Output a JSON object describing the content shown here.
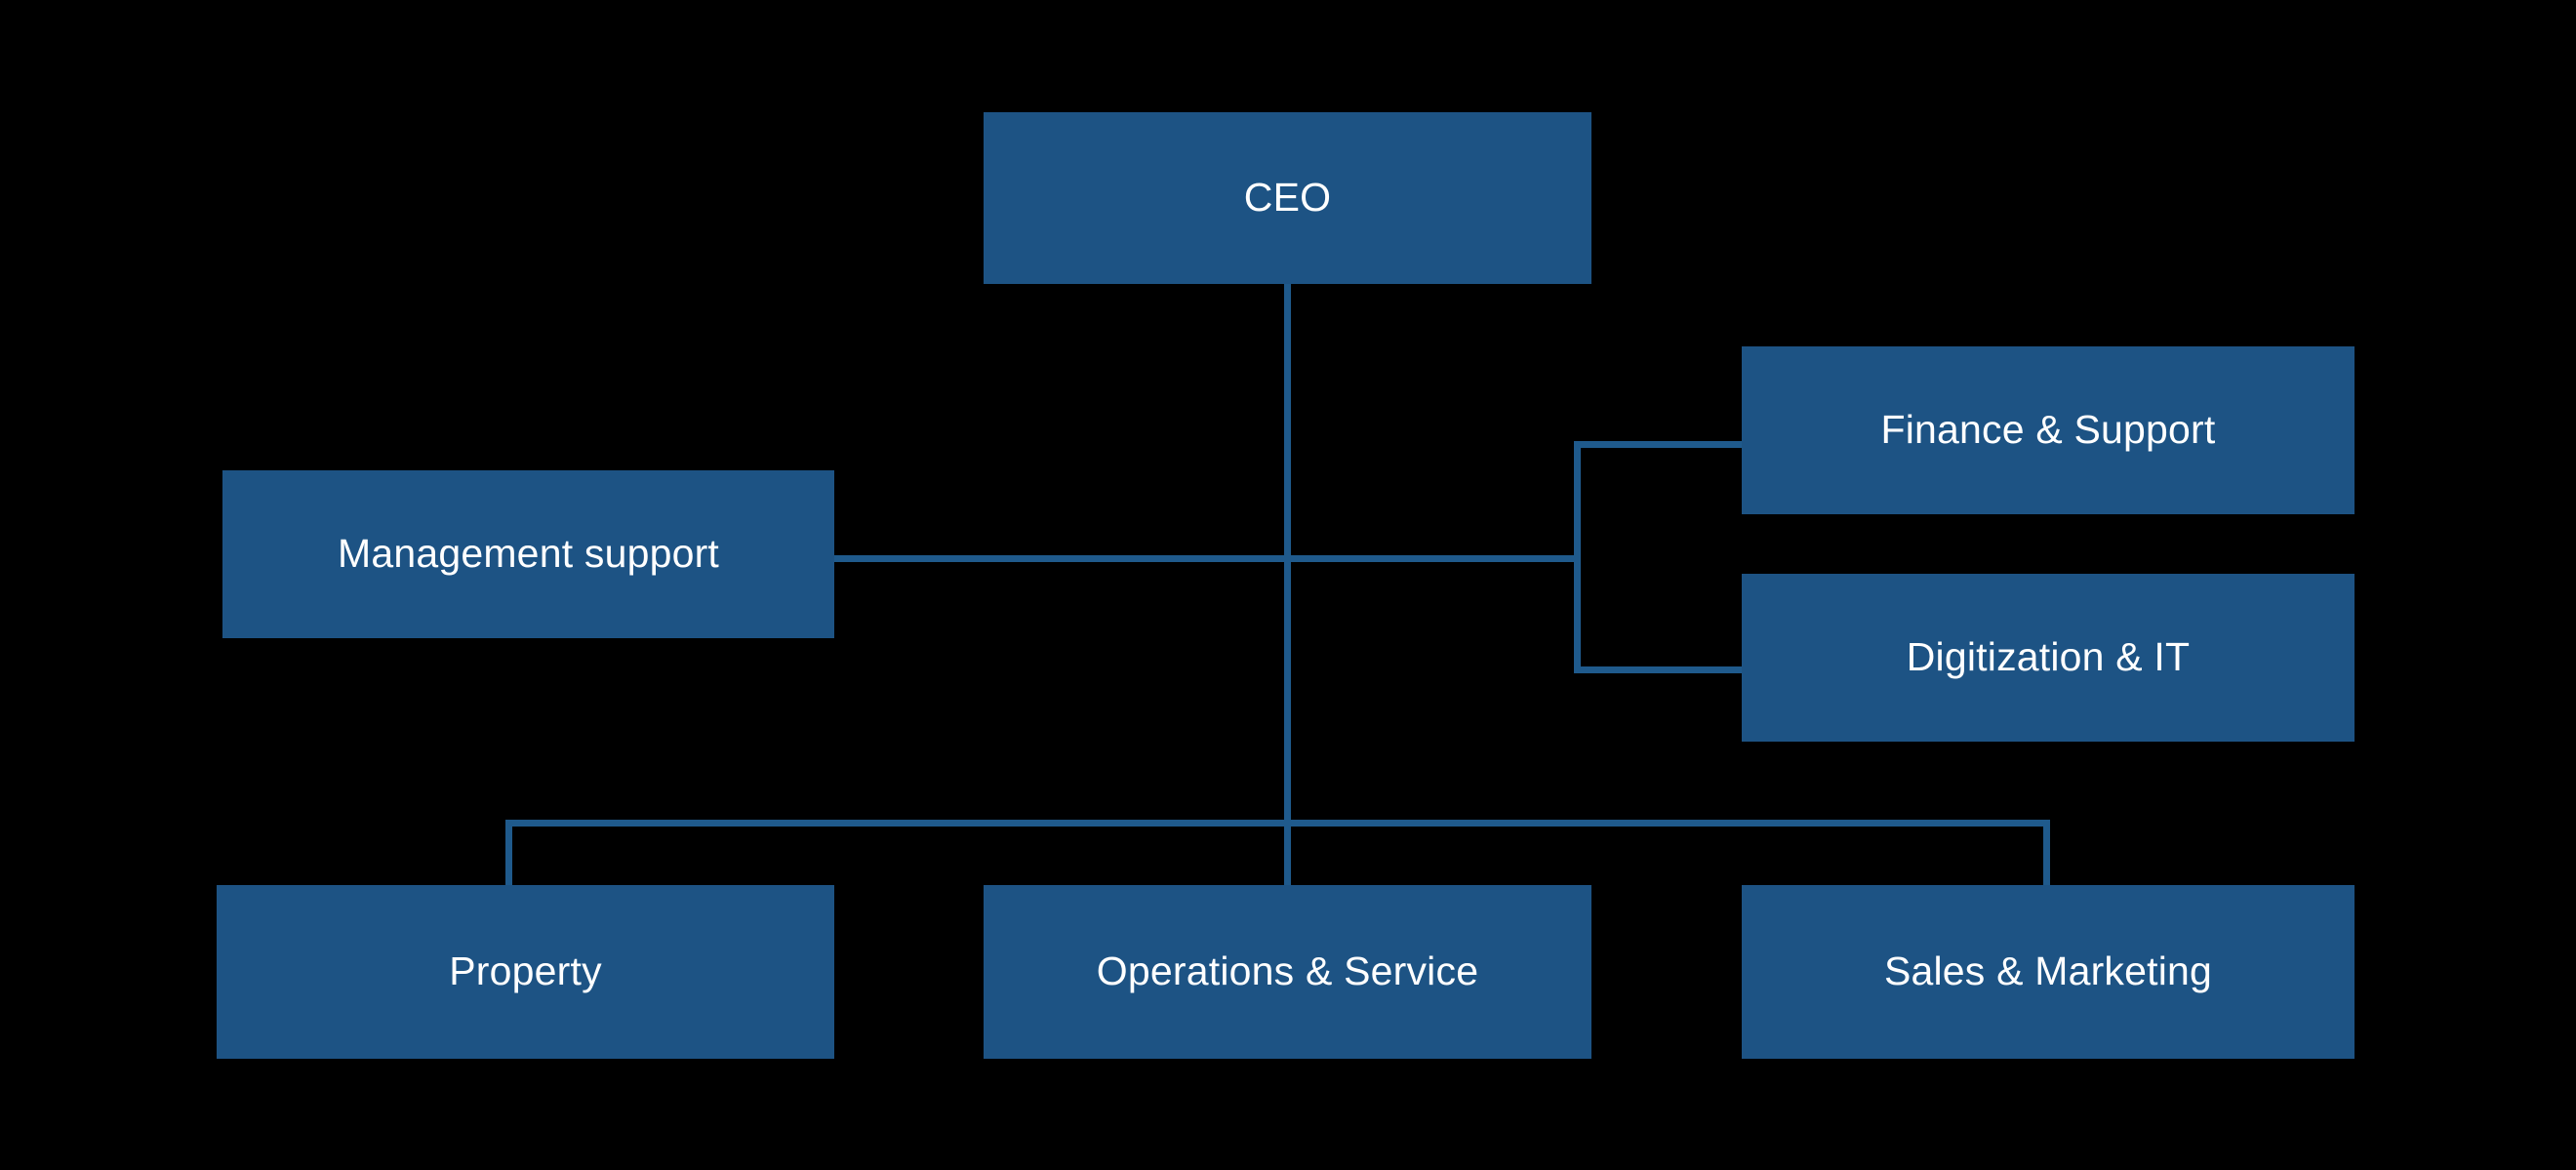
{
  "chart_data": {
    "type": "diagram",
    "diagram_type": "organizational-chart",
    "title": "",
    "background_color": "#000000",
    "node_fill_color": "#1d5384",
    "node_text_color": "#ffffff",
    "connector_color": "#1f5a8c",
    "nodes": [
      {
        "id": "ceo",
        "label": "CEO",
        "level": 0,
        "column": "center"
      },
      {
        "id": "management",
        "label": "Management support",
        "level": 1,
        "column": "left"
      },
      {
        "id": "finance",
        "label": "Finance & Support",
        "level": 1,
        "column": "right"
      },
      {
        "id": "digitization",
        "label": "Digitization & IT",
        "level": 1,
        "column": "right"
      },
      {
        "id": "property",
        "label": "Property",
        "level": 2,
        "column": "left"
      },
      {
        "id": "operations",
        "label": "Operations & Service",
        "level": 2,
        "column": "center"
      },
      {
        "id": "sales",
        "label": "Sales & Marketing",
        "level": 2,
        "column": "right"
      }
    ],
    "edges": [
      {
        "from": "ceo",
        "to": "management",
        "style": "orthogonal"
      },
      {
        "from": "ceo",
        "to": "finance",
        "style": "orthogonal"
      },
      {
        "from": "ceo",
        "to": "digitization",
        "style": "orthogonal"
      },
      {
        "from": "ceo",
        "to": "property",
        "style": "orthogonal"
      },
      {
        "from": "ceo",
        "to": "operations",
        "style": "orthogonal"
      },
      {
        "from": "ceo",
        "to": "sales",
        "style": "orthogonal"
      }
    ]
  },
  "chart": {
    "nodes": {
      "ceo": {
        "label": "CEO"
      },
      "management": {
        "label": "Management support"
      },
      "finance": {
        "label": "Finance & Support"
      },
      "digitization": {
        "label": "Digitization & IT"
      },
      "property": {
        "label": "Property"
      },
      "operations": {
        "label": "Operations & Service"
      },
      "sales": {
        "label": "Sales & Marketing"
      }
    }
  }
}
